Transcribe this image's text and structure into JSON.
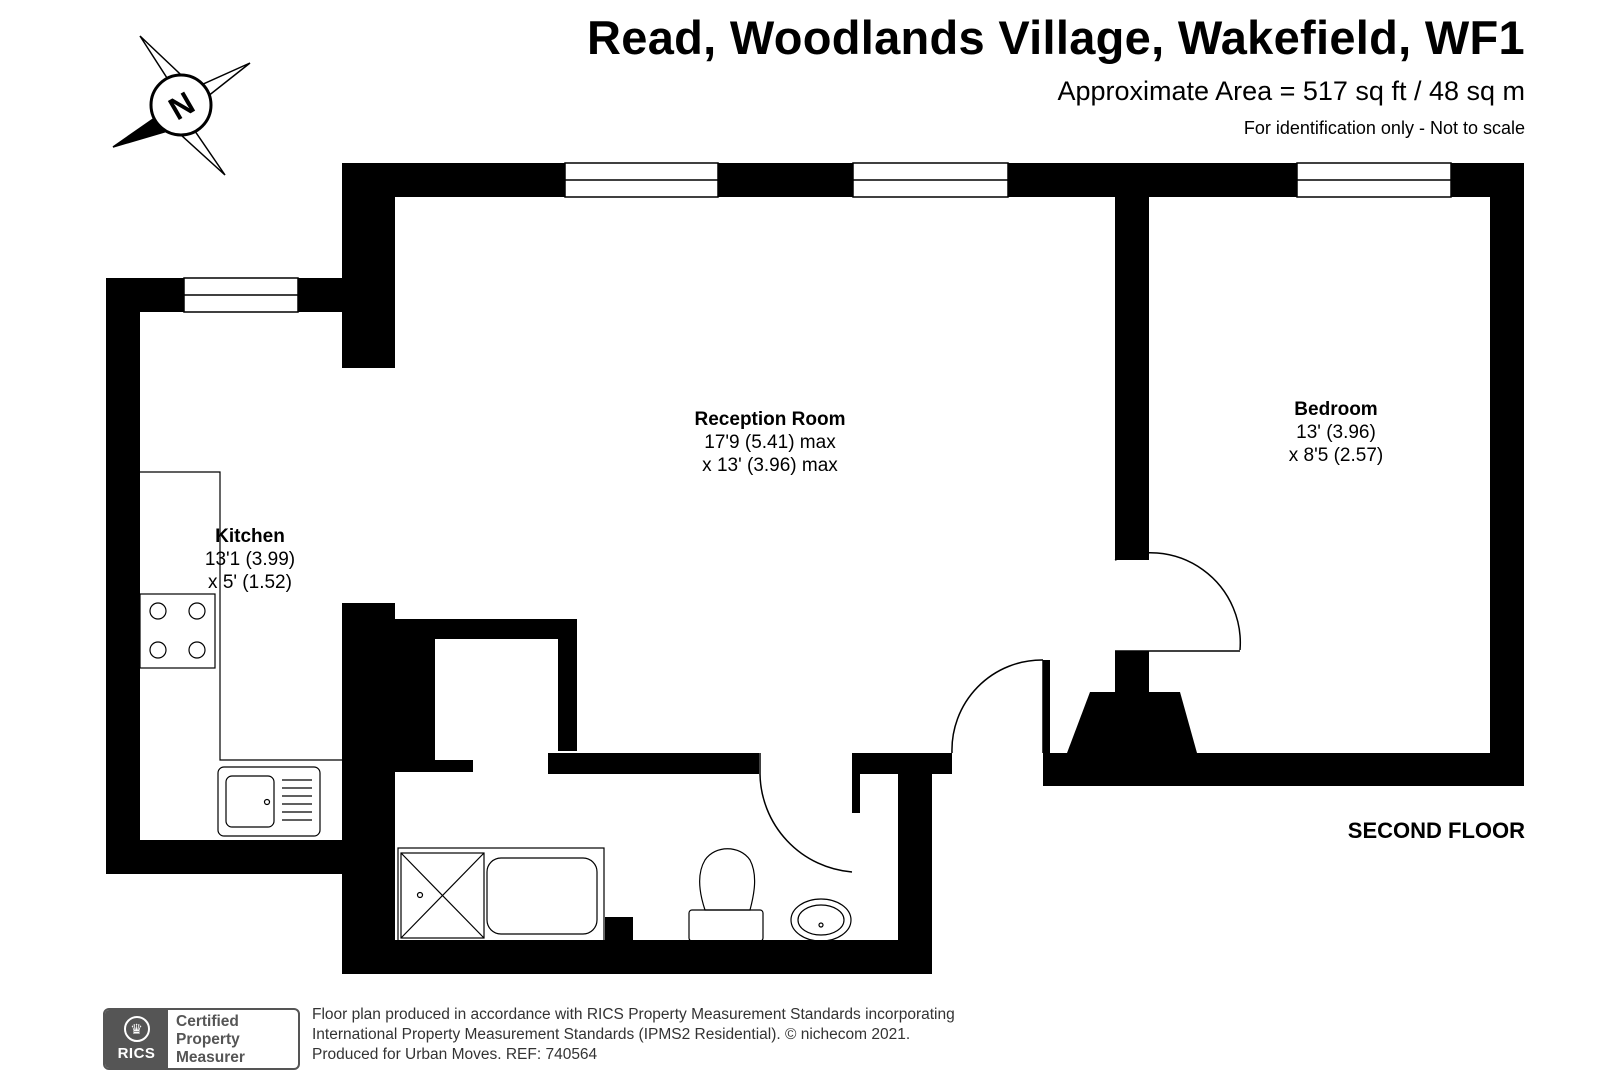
{
  "header": {
    "title": "Read, Woodlands Village, Wakefield, WF1",
    "area": "Approximate Area = 517 sq ft / 48 sq m",
    "note": "For identification only - Not to scale"
  },
  "compass": {
    "letter": "N"
  },
  "rooms": {
    "reception": {
      "name": "Reception Room",
      "dim1": "17'9 (5.41) max",
      "dim2": "x 13' (3.96) max"
    },
    "bedroom": {
      "name": "Bedroom",
      "dim1": "13' (3.96)",
      "dim2": "x 8'5 (2.57)"
    },
    "kitchen": {
      "name": "Kitchen",
      "dim1": "13'1 (3.99)",
      "dim2": "x 5' (1.52)"
    }
  },
  "floor_label": "SECOND FLOOR",
  "footer": {
    "line1": "Floor plan produced in accordance with RICS Property Measurement Standards incorporating",
    "line2": "International Property Measurement Standards (IPMS2 Residential).   © nichecom 2021.",
    "line3": "Produced for Urban Moves.    REF:  740564"
  },
  "badge": {
    "org": "RICS",
    "line1": "Certified",
    "line2": "Property",
    "line3": "Measurer"
  },
  "colors": {
    "wall": "#000000",
    "badge_grey": "#555555"
  }
}
